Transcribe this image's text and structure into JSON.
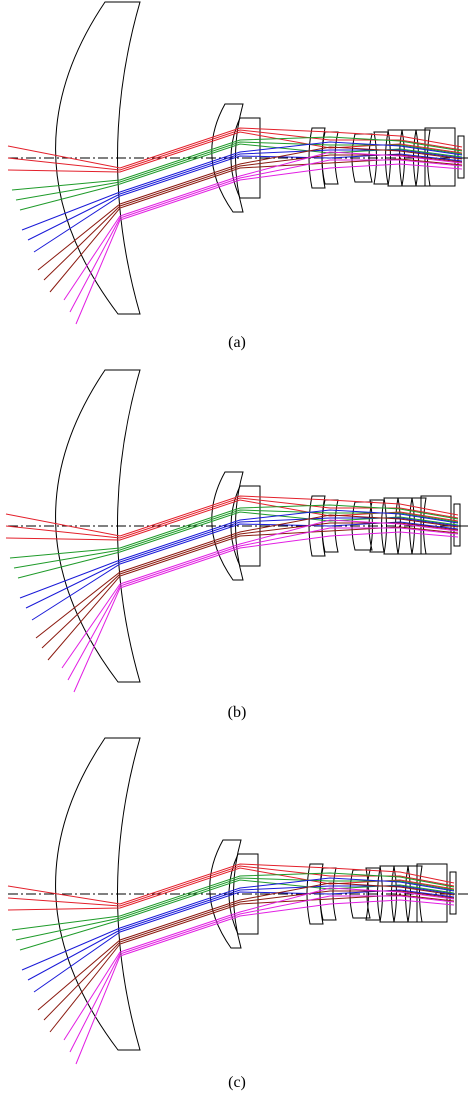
{
  "figure": {
    "panels": [
      {
        "id": "a",
        "label": "(a)",
        "variant": 0
      },
      {
        "id": "b",
        "label": "(b)",
        "variant": 1
      },
      {
        "id": "c",
        "label": "(c)",
        "variant": 2
      }
    ]
  },
  "colors": {
    "lens_outline": "#000000",
    "axis": "#000000",
    "ray_fields": [
      "#e3202b",
      "#1f9b2a",
      "#1a1ad8",
      "#8b1a10",
      "#e21ee3"
    ]
  },
  "ray_field_names": [
    "red",
    "green",
    "blue",
    "dark-red",
    "magenta"
  ]
}
